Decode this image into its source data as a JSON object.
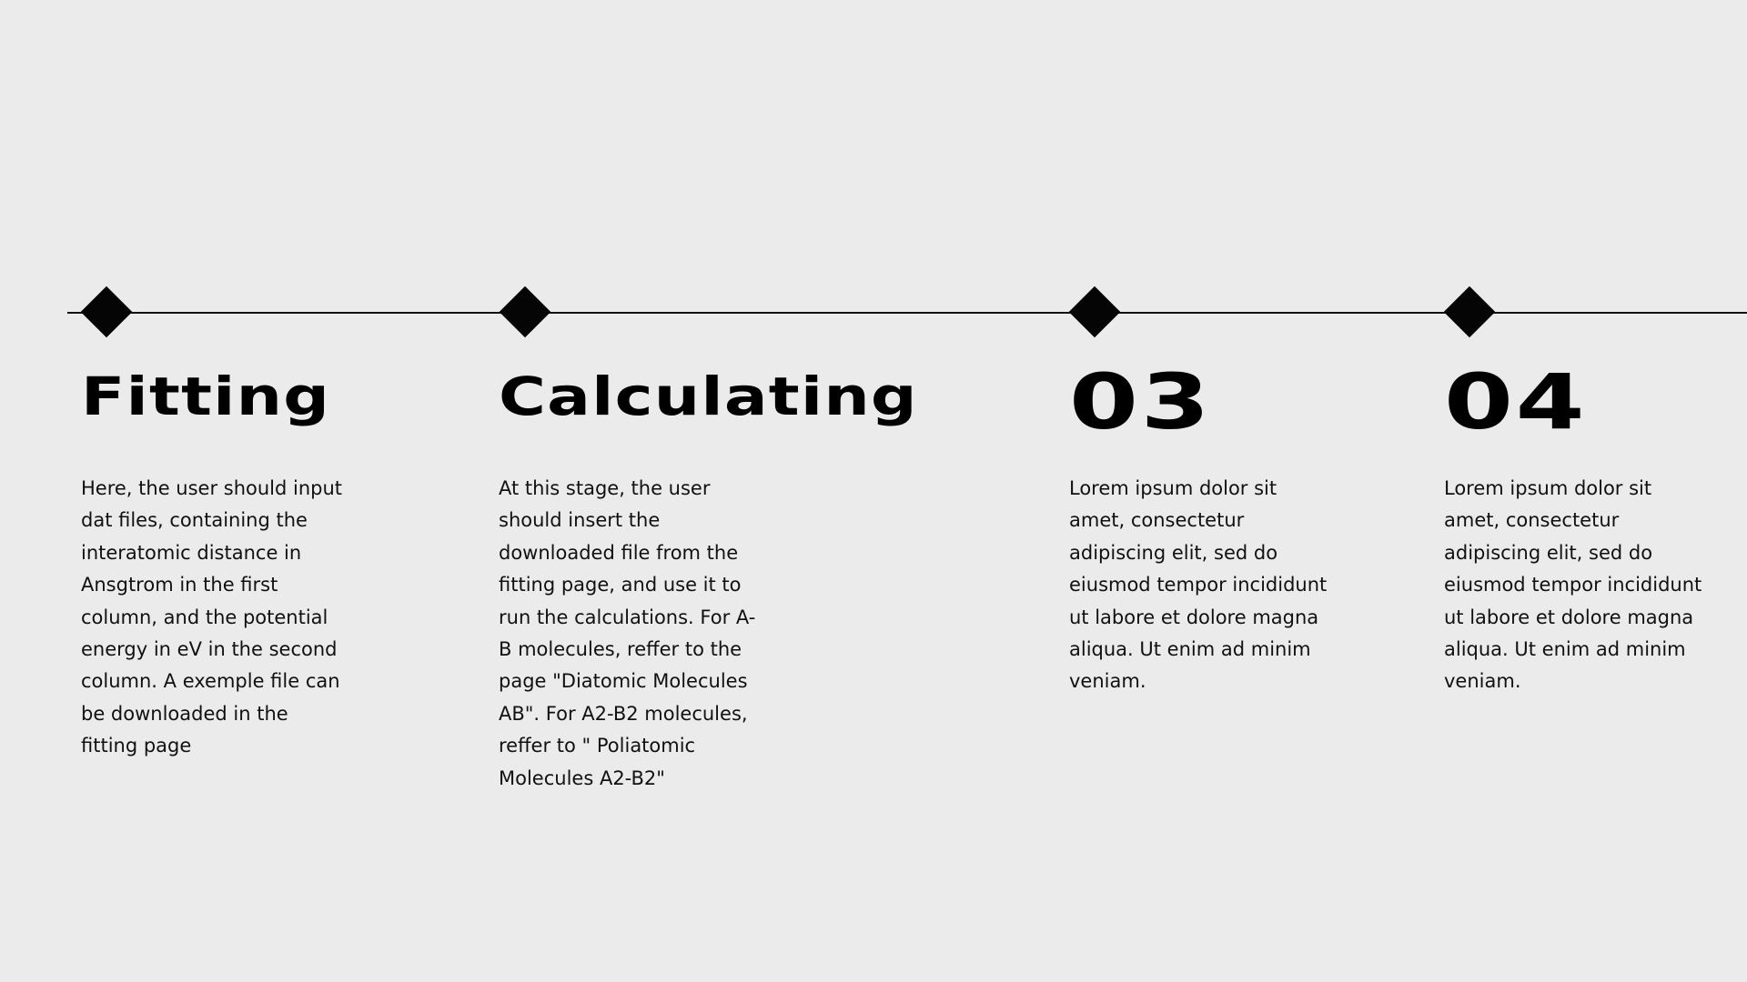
{
  "colors": {
    "background": "#ebebeb",
    "text": "#000000",
    "timeline": "#111111"
  },
  "timeline": {
    "steps": [
      {
        "marker_icon": "diamond-icon",
        "title": "Fitting",
        "body": "Here, the user should input  dat files, containing the interatomic distance in Ansgtrom in the first column, and the potential energy in eV in the second column. A exemple file can be downloaded in the fitting page"
      },
      {
        "marker_icon": "diamond-icon",
        "title": "Calculating",
        "body": "At this stage, the user should insert the downloaded file from the fitting page, and use it to run the calculations. For A-B molecules, reffer to the page \"Diatomic Molecules AB\". For A2-B2 molecules, reffer to \" Poliatomic Molecules A2-B2\""
      },
      {
        "marker_icon": "diamond-icon",
        "title": "03",
        "body": "Lorem ipsum dolor sit amet, consectetur adipiscing elit, sed do eiusmod tempor incididunt ut labore et dolore magna aliqua. Ut enim ad minim veniam."
      },
      {
        "marker_icon": "diamond-icon",
        "title": "04",
        "body": "Lorem ipsum dolor sit amet, consectetur adipiscing elit, sed do eiusmod tempor incididunt ut labore et dolore magna aliqua. Ut enim ad minim veniam."
      }
    ]
  }
}
